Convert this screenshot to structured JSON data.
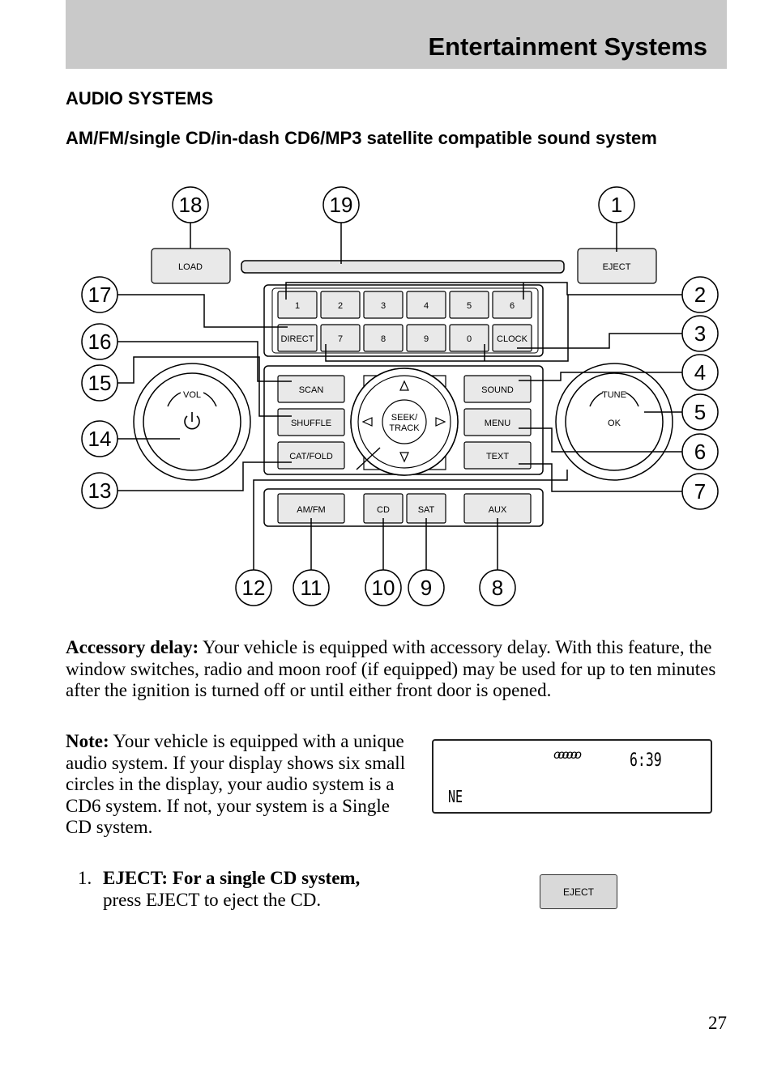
{
  "header": {
    "title": "Entertainment Systems"
  },
  "section_title": "AUDIO SYSTEMS",
  "subsection_title": "AM/FM/single CD/in-dash CD6/MP3 satellite compatible sound system",
  "diagram": {
    "buttons": {
      "load": "LOAD",
      "eject": "EJECT",
      "p1": "1",
      "p2": "2",
      "p3": "3",
      "p4": "4",
      "p5": "5",
      "p6": "6",
      "direct": "DIRECT",
      "p7": "7",
      "p8": "8",
      "p9": "9",
      "p0": "0",
      "clock": "CLOCK",
      "scan": "SCAN",
      "shuffle": "SHUFFLE",
      "catfold": "CAT/FOLD",
      "sound": "SOUND",
      "menu": "MENU",
      "text": "TEXT",
      "amfm": "AM/FM",
      "cd": "CD",
      "sat": "SAT",
      "aux": "AUX",
      "vol": "VOL",
      "tune": "TUNE",
      "ok": "OK",
      "seek1": "SEEK/",
      "seek2": "TRACK"
    },
    "callouts": {
      "c1": "1",
      "c2": "2",
      "c3": "3",
      "c4": "4",
      "c5": "5",
      "c6": "6",
      "c7": "7",
      "c8": "8",
      "c9": "9",
      "c10": "10",
      "c11": "11",
      "c12": "12",
      "c13": "13",
      "c14": "14",
      "c15": "15",
      "c16": "16",
      "c17": "17",
      "c18": "18",
      "c19": "19"
    }
  },
  "paragraphs": {
    "accessory_label": "Accessory delay:",
    "accessory_text": " Your vehicle is equipped with accessory delay. With this feature, the window switches, radio and moon roof (if equipped) may be used for up to ten minutes after the ignition is turned off or until either front door is opened.",
    "note_label": "Note:",
    "note_text": " Your vehicle is equipped with a unique audio system. If your display shows six small circles in the display, your audio system is a CD6 system. If not, your system is a Single CD system.",
    "item1_num": "1.",
    "item1_bold": "EJECT: For a single CD system,",
    "item1_text": " press EJECT to eject the CD."
  },
  "display": {
    "circles": "oooooo",
    "time": "6:39",
    "label": "NE"
  },
  "eject_button": "EJECT",
  "page_number": "27"
}
